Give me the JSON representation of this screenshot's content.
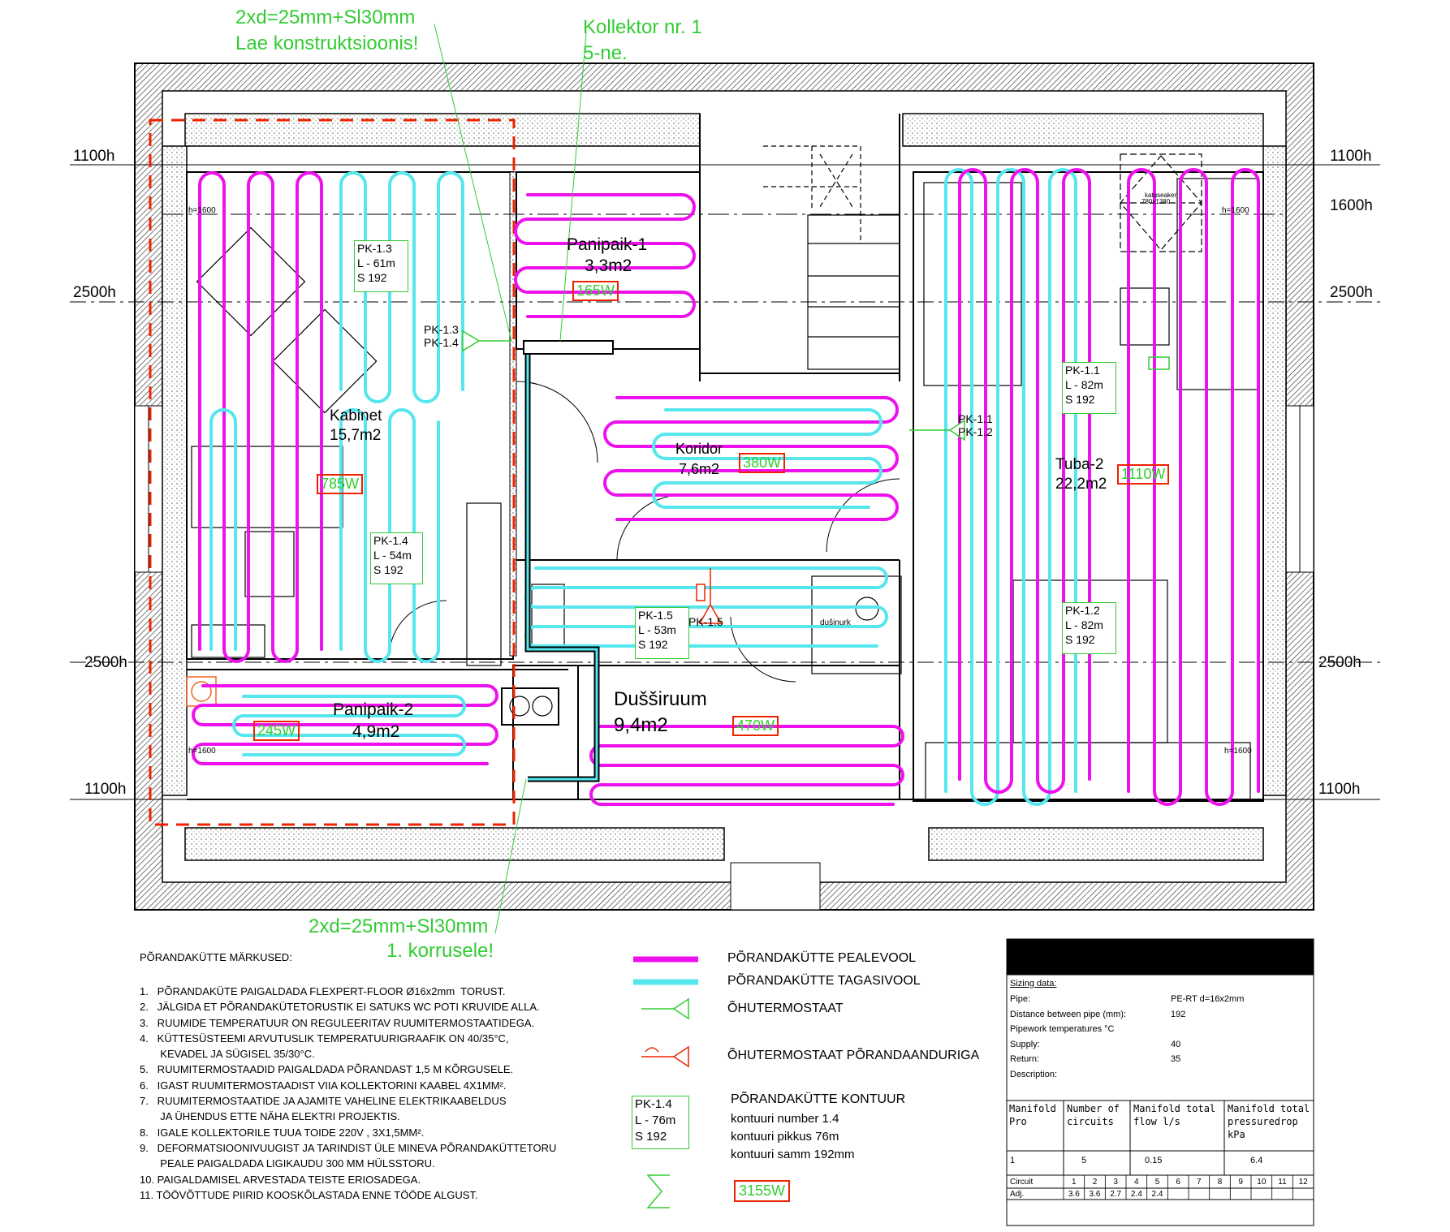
{
  "colors": {
    "supply": "#ee11ee",
    "return": "#55e6ee",
    "green": "#33cc33",
    "red": "#ee2200",
    "wall": "#000000"
  },
  "callouts": {
    "top_left_1": "2xd=25mm+Sl30mm",
    "top_left_2": "Lae konstruktsioonis!",
    "top_mid_1": "Kollektor nr. 1",
    "top_mid_2": "5-ne.",
    "bottom_1": "2xd=25mm+Sl30mm",
    "bottom_2": "1. korrusele!"
  },
  "heights": {
    "h1100": "1100h",
    "h1600": "1600h",
    "h2500": "2500h",
    "hsmall": "h=1600"
  },
  "rooms": {
    "kabinet_name": "Kabinet",
    "kabinet_area": "15,7m2",
    "kabinet_power": "785W",
    "panipaik1_name": "Panipaik-1",
    "panipaik1_area": "3,3m2",
    "panipaik1_power": "165W",
    "koridor_name": "Koridor",
    "koridor_area": "7,6m2",
    "koridor_power": "380W",
    "tuba2_name": "Tuba-2",
    "tuba2_area": "22,2m2",
    "tuba2_power": "1110W",
    "panipaik2_name": "Panipaik-2",
    "panipaik2_area": "4,9m2",
    "panipaik2_power": "245W",
    "dussiruum_name": "Dušširuum",
    "dussiruum_area": "9,4m2",
    "dussiruum_power": "470W",
    "skylight": "katuseaken",
    "skylight_size": "780x1380",
    "shower": "dušinurk"
  },
  "circuits": {
    "pk13": {
      "id": "PK-1.3",
      "len": "L - 61m",
      "step": "S  192"
    },
    "pk14": {
      "id": "PK-1.4",
      "len": "L - 54m",
      "step": "S  192"
    },
    "pk15": {
      "id": "PK-1.5",
      "len": "L - 53m",
      "step": "S  192"
    },
    "pk11": {
      "id": "PK-1.1",
      "len": "L - 82m",
      "step": "S  192"
    },
    "pk12": {
      "id": "PK-1.2",
      "len": "L - 82m",
      "step": "S  192"
    }
  },
  "thermostats": {
    "t1314_a": "PK-1.3",
    "t1314_b": "PK-1.4",
    "t1112_a": "PK-1.1",
    "t1112_b": "PK-1.2",
    "t15": "PK-1.5"
  },
  "notes": {
    "title": "PÕRANDAKÜTTE MÄRKUSED:",
    "items": [
      "1.   PÕRANDAKÜTE PAIGALDADA FLEXPERT-FLOOR Ø16x2mm  TORUST.",
      "2.   JÄLGIDA ET PÕRANDAKÜTETORUSTIK EI SATUKS WC POTI KRUVIDE ALLA.",
      "3.   RUUMIDE TEMPERATUUR ON REGULEERITAV RUUMITERMOSTAATIDEGA.",
      "4.   KÜTTESÜSTEEMI ARVUTUSLIK TEMPERATUURIGRAAFIK ON 40/35°C,",
      "       KEVADEL JA SÜGISEL 35/30°C.",
      "5.   RUUMITERMOSTAADID PAIGALDADA PÕRANDAST 1,5 M KÕRGUSELE.",
      "6.   IGAST RUUMITERMOSTAADIST VIIA KOLLEKTORINI KAABEL 4X1MM².",
      "7.   RUUMITERMOSTAATIDE JA AJAMITE VAHELINE ELEKTRIKAABELDUS",
      "       JA ÜHENDUS ETTE NÄHA ELEKTRI PROJEKTIS.",
      "8.   IGALE KOLLEKTORILE TUUA TOIDE 220V , 3X1,5MM².",
      "9.   DEFORMATSIOONIVUUGIST JA TARINDIST ÜLE MINEVA PÕRANDAKÜTTETORU",
      "       PEALE PAIGALDADA LIGIKAUDU 300 MM HÜLSSTORU.",
      "10. PAIGALDAMISEL ARVESTADA TEISTE ERIOSADEGA.",
      "11. TÖÖVÕTTUDE PIIRID KOOSKÕLASTADA ENNE TÖÖDE ALGUST."
    ]
  },
  "legend": {
    "supply": "PÕRANDAKÜTTE PEALEVOOL",
    "return": "PÕRANDAKÜTTE TAGASIVOOL",
    "thermostat": "ÕHUTERMOSTAAT",
    "thermostat_floor": "ÕHUTERMOSTAAT PÕRANDAANDURIGA",
    "circuit_title": "PÕRANDAKÜTTE KONTUUR",
    "circuit_l1": "kontuuri number 1.4",
    "circuit_l2": "kontuuri pikkus 76m",
    "circuit_l3": "kontuuri samm 192mm",
    "sample_id": "PK-1.4",
    "sample_len": "L - 76m",
    "sample_step": "S  192",
    "total": "3155W"
  },
  "sizing": {
    "title": "Sizing data:",
    "rows": [
      {
        "label": "Pipe:",
        "value": "PE-RT d=16x2mm"
      },
      {
        "label": "Distance between pipe (mm):",
        "value": "192"
      },
      {
        "label": "Pipework temperatures °C",
        "value": ""
      },
      {
        "label": "Supply:",
        "value": "40"
      },
      {
        "label": "Return:",
        "value": "35"
      },
      {
        "label": "Description:",
        "value": ""
      }
    ],
    "headers": [
      "Manifold Pro",
      "Number of circuits",
      "Manifold total flow l/s",
      "Manifold total pressuredrop kPa"
    ],
    "values": [
      "1",
      "5",
      "0.15",
      "6.4"
    ],
    "circuit_label": "Circuit",
    "adj_label": "Adj.",
    "circuit_nums": [
      "1",
      "2",
      "3",
      "4",
      "5",
      "6",
      "7",
      "8",
      "9",
      "10",
      "11",
      "12"
    ],
    "adj_vals": [
      "3.6",
      "3.6",
      "2.7",
      "2.4",
      "2.4",
      "",
      "",
      "",
      "",
      "",
      "",
      ""
    ]
  }
}
